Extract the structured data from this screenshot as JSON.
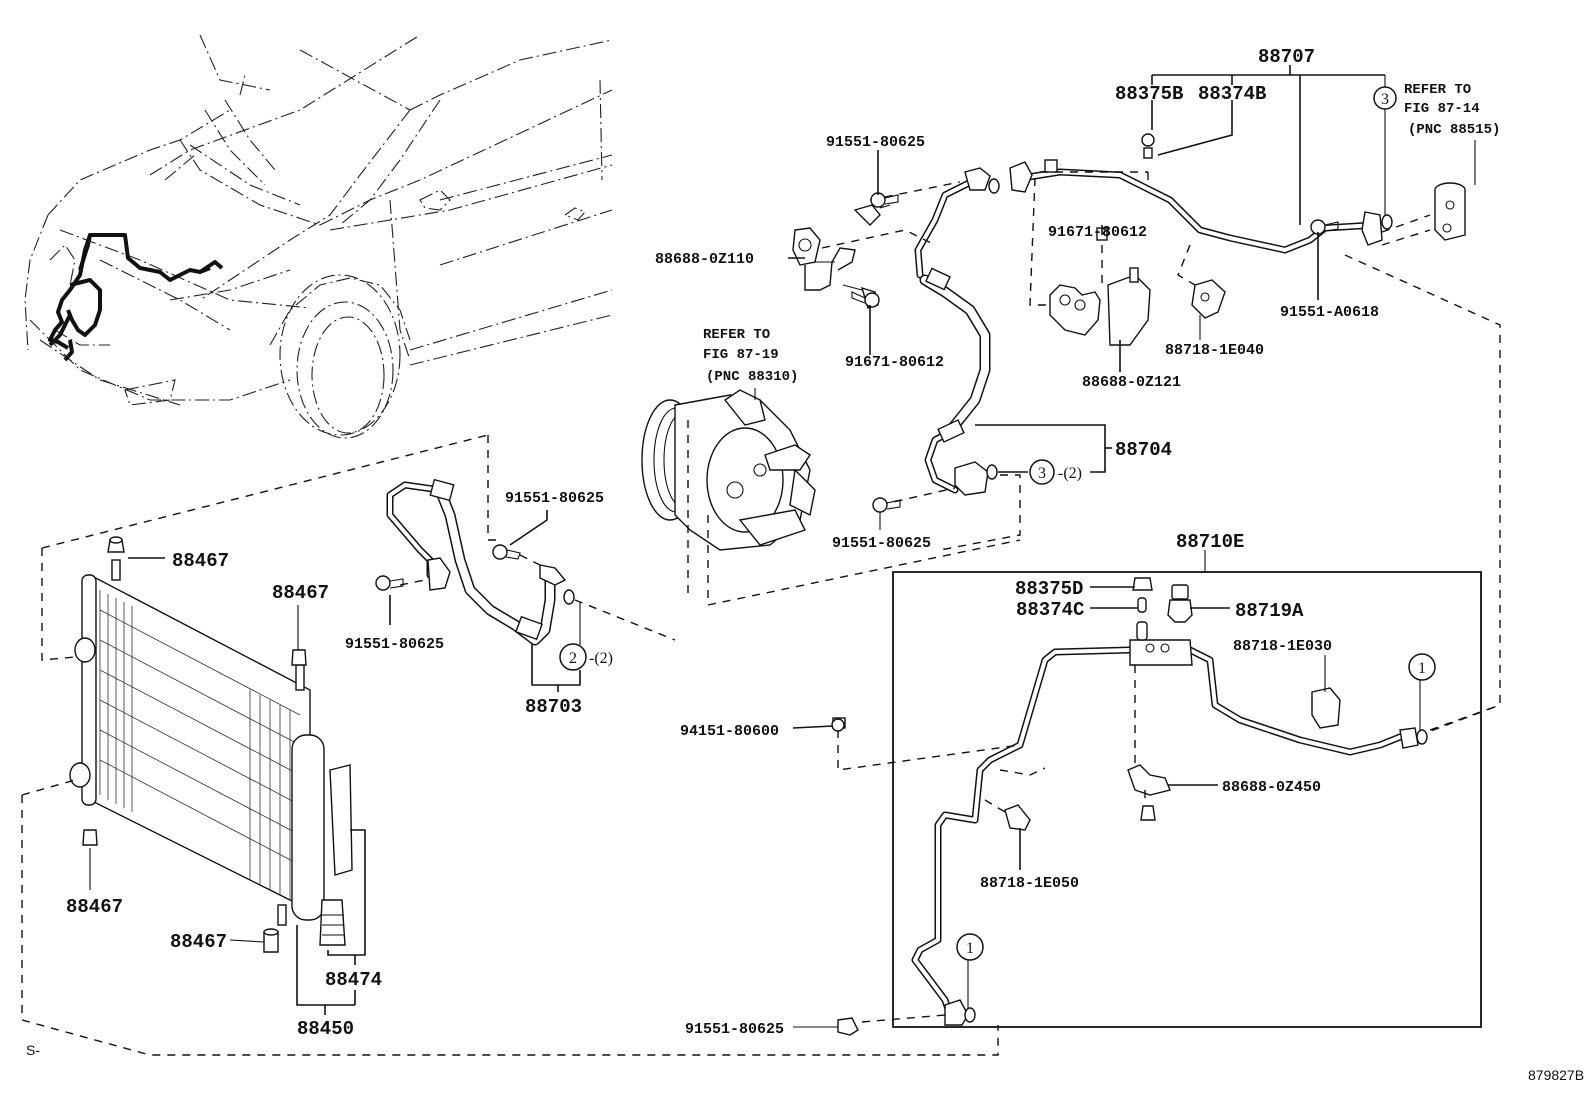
{
  "diagram": {
    "title": "Air conditioner refrigerant piping parts diagram",
    "figure_id": "879827B",
    "corner_mark": "S-",
    "parts": {
      "p88707": "88707",
      "p88375B": "88375B",
      "p88374B": "88374B",
      "p91551_80625_top": "91551-80625",
      "p88688_0Z110": "88688-0Z110",
      "p91671_80612_left": "91671-80612",
      "p91671_80612_right": "91671-80612",
      "p88688_0Z121": "88688-0Z121",
      "p88718_1E040": "88718-1E040",
      "p91551_A0618": "91551-A0618",
      "p88704": "88704",
      "p91551_80625_mid": "91551-80625",
      "p88710E": "88710E",
      "p88375D": "88375D",
      "p88374C": "88374C",
      "p88719A": "88719A",
      "p88718_1E030": "88718-1E030",
      "p94151_80600": "94151-80600",
      "p88688_0Z450": "88688-0Z450",
      "p88718_1E050": "88718-1E050",
      "p91551_80625_bottom": "91551-80625",
      "p91551_80625_hose_upper": "91551-80625",
      "p91551_80625_hose_lower": "91551-80625",
      "p88703": "88703",
      "p88467_a": "88467",
      "p88467_b": "88467",
      "p88467_c": "88467",
      "p88467_d": "88467",
      "p88474": "88474",
      "p88450": "88450"
    },
    "references": {
      "compressor": {
        "line1": "REFER TO",
        "line2": "FIG 87-19",
        "line3": "(PNC 88310)"
      },
      "expansion_valve": {
        "line1": "REFER TO",
        "line2": "FIG 87-14",
        "line3": "(PNC 88515)"
      }
    },
    "callouts": {
      "c1_top": "1",
      "c1_bottom": "1",
      "c2": "2",
      "c2_qty": "-(2)",
      "c3_top": "3",
      "c3_mid": "3",
      "c3_qty": "-(2)"
    }
  }
}
